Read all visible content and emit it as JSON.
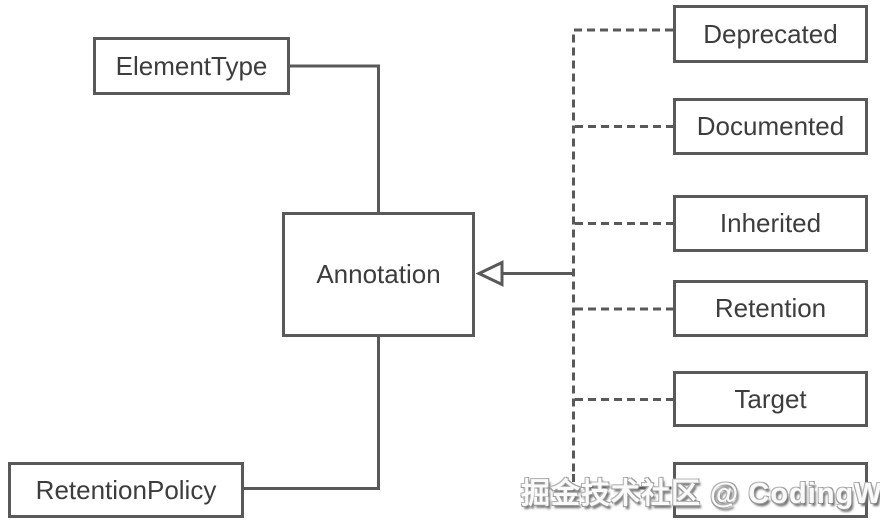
{
  "nodes": {
    "element_type": "ElementType",
    "annotation": "Annotation",
    "retention_policy": "RetentionPolicy",
    "deprecated": "Deprecated",
    "documented": "Documented",
    "inherited": "Inherited",
    "retention": "Retention",
    "target": "Target",
    "bottom_right": ""
  },
  "edges": [
    {
      "from": "ElementType",
      "to": "Annotation",
      "style": "solid-elbow"
    },
    {
      "from": "Annotation",
      "to": "RetentionPolicy",
      "style": "solid-elbow"
    },
    {
      "from": "dashed-trunk",
      "to": "Annotation",
      "style": "solid-open-triangle-arrow"
    },
    {
      "from": "Deprecated",
      "to": "dashed-trunk",
      "style": "dashed"
    },
    {
      "from": "Documented",
      "to": "dashed-trunk",
      "style": "dashed"
    },
    {
      "from": "Inherited",
      "to": "dashed-trunk",
      "style": "dashed"
    },
    {
      "from": "Retention",
      "to": "dashed-trunk",
      "style": "dashed"
    },
    {
      "from": "Target",
      "to": "dashed-trunk",
      "style": "dashed"
    },
    {
      "from": "bottom-right-box",
      "to": "dashed-trunk",
      "style": "dashed"
    }
  ],
  "watermark": "掘金技术社区 @ CodingWang",
  "colors": {
    "line": "#595959",
    "node_text": "#3d3d3d",
    "background": "#ffffff"
  }
}
